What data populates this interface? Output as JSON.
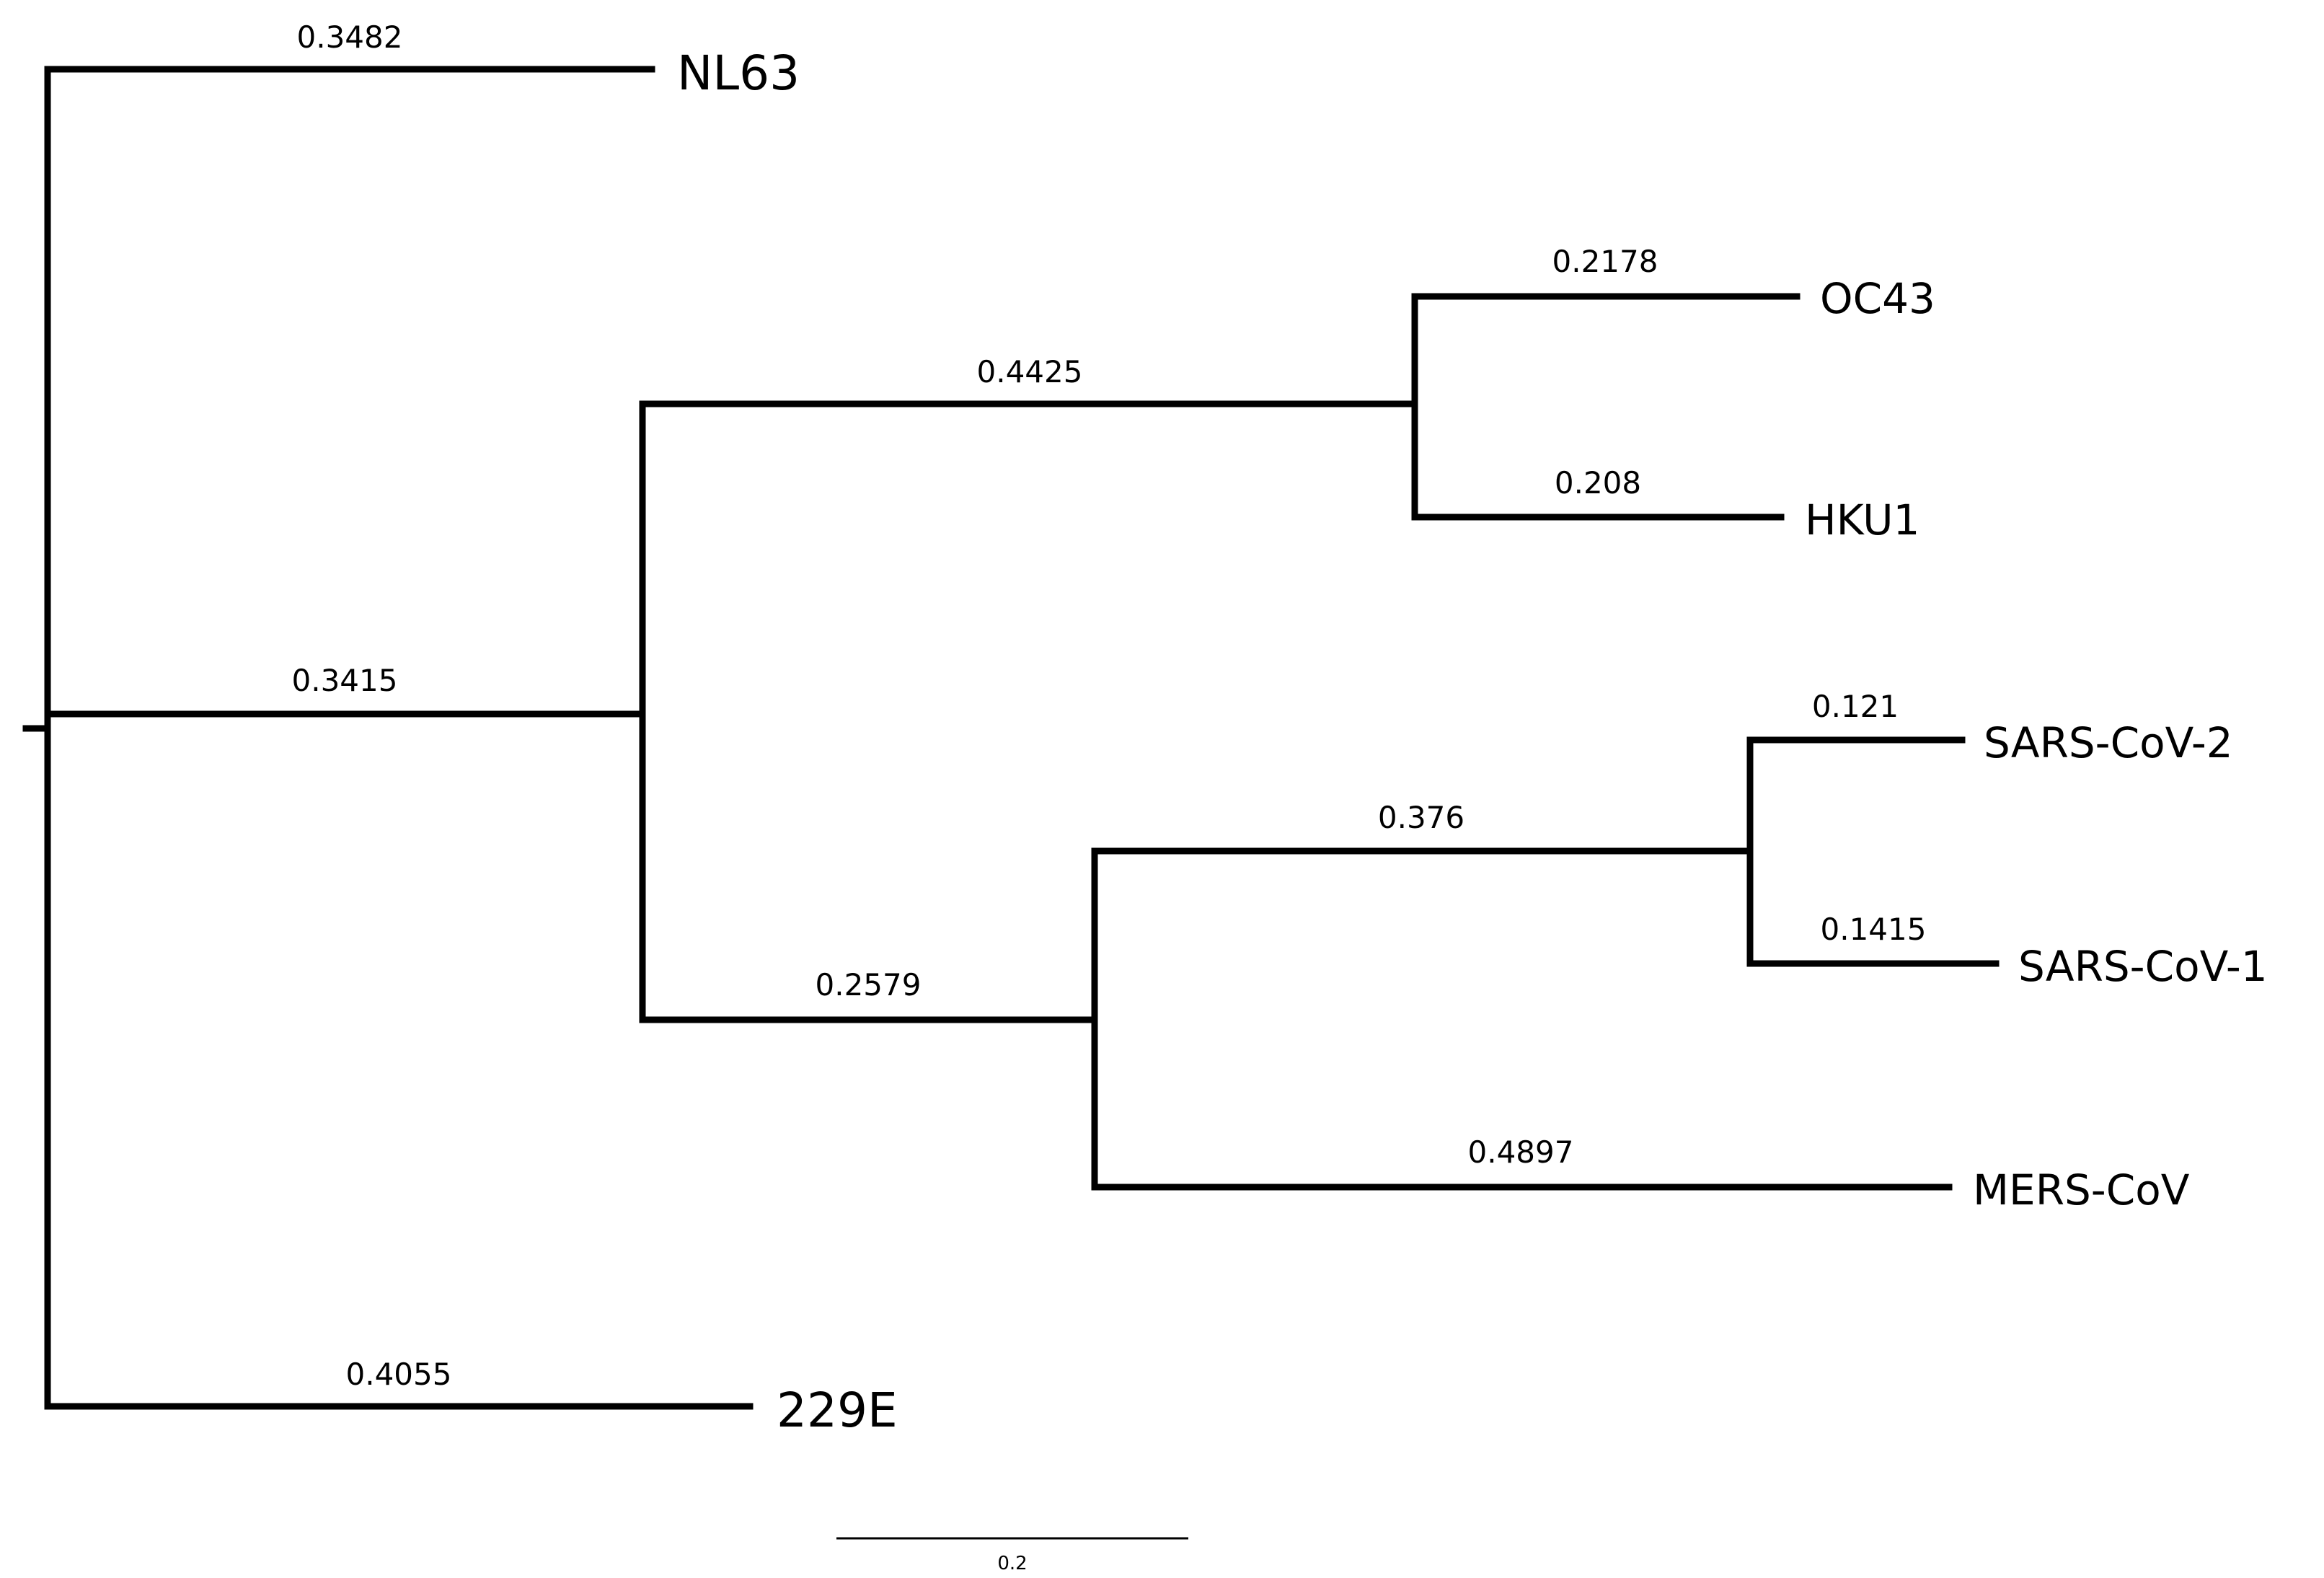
{
  "tree": {
    "taxa": {
      "nl63": "NL63",
      "oc43": "OC43",
      "hku1": "HKU1",
      "sars_cov_2": "SARS-CoV-2",
      "sars_cov_1": "SARS-CoV-1",
      "mers_cov": "MERS-CoV",
      "e229": "229E"
    },
    "branch_lengths": {
      "nl63": "0.3482",
      "oc43": "0.2178",
      "hku1": "0.208",
      "oc43_hku1_clade": "0.4425",
      "ingroup": "0.3415",
      "sars_cov_2": "0.121",
      "sars_cov_1": "0.1415",
      "sars_clade": "0.376",
      "sars_mers_clade": "0.2579",
      "mers_cov": "0.4897",
      "e229": "0.4055"
    },
    "scale_bar": {
      "label": "0.2"
    }
  }
}
